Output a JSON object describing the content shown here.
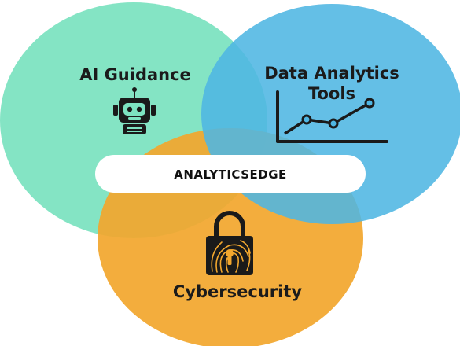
{
  "venn": {
    "circles": [
      {
        "label": "AI Guidance",
        "icon": "robot-icon",
        "color": "#7DE3C1"
      },
      {
        "label_line1": "Data Analytics",
        "label_line2": "Tools",
        "icon": "line-chart-icon",
        "color": "#4FB6E3"
      },
      {
        "label": "Cybersecurity",
        "icon": "fingerprint-lock-icon",
        "color": "#F2A72E"
      }
    ],
    "center_label": "ANALYTICSEDGE"
  }
}
